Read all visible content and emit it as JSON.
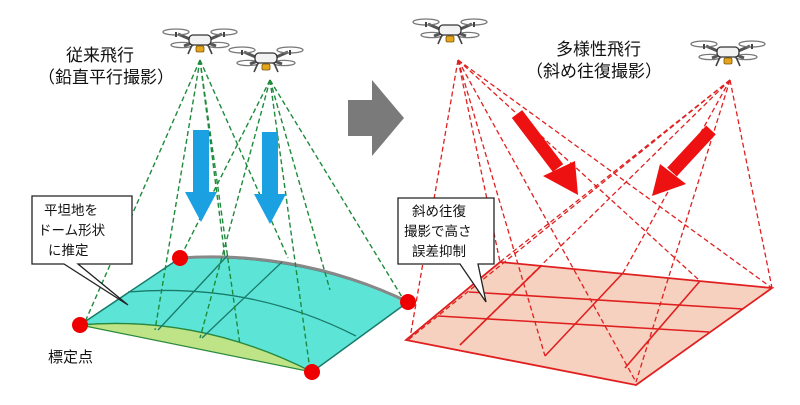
{
  "left_panel": {
    "title_line1": "従来飛行",
    "title_line2": "（鉛直平行撮影）",
    "callout_lines": [
      "平坦地を",
      "ドーム形状",
      "に推定"
    ],
    "ground_point_label": "標定点"
  },
  "right_panel": {
    "title_line1": "多様性飛行",
    "title_line2": "（斜め往復撮影）",
    "callout_lines": [
      "斜め往復",
      "撮影で高さ",
      "誤差抑制"
    ]
  },
  "colors": {
    "vertical_rays": "#1e8a3c",
    "vertical_arrow": "#1ba1e2",
    "dome_fill": "#40e0d0",
    "oblique_rays": "#e02020",
    "oblique_arrow": "#ee1111",
    "plane_fill": "#f6c9b4",
    "transition_arrow": "#7a7a7a",
    "ground_point": "#ee0000"
  },
  "icons": {
    "drone": "drone-icon",
    "transition": "right-arrow-icon"
  }
}
